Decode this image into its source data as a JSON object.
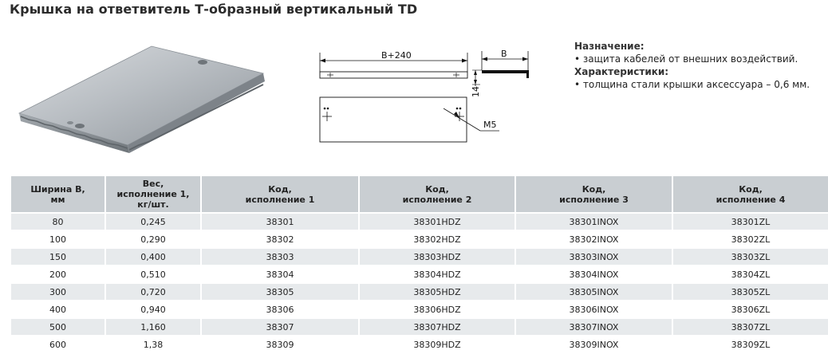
{
  "title": "Крышка на ответвитель Т-образный вертикальный TD",
  "drawing": {
    "dim_width": "B+240",
    "dim_b": "B",
    "dim_height": "14",
    "dim_thread": "M5"
  },
  "info": {
    "purpose_heading": "Назначение:",
    "purpose_item": "• защита кабелей от внешних воздействий.",
    "specs_heading": "Характеристики:",
    "specs_item": "• толщина стали крышки аксессуара – 0,6 мм."
  },
  "table": {
    "headers": [
      [
        "Ширина B,",
        "мм"
      ],
      [
        "Вес,",
        "исполнение 1,",
        "кг/шт."
      ],
      [
        "Код,",
        "исполнение 1"
      ],
      [
        "Код,",
        "исполнение 2"
      ],
      [
        "Код,",
        "исполнение 3"
      ],
      [
        "Код,",
        "исполнение 4"
      ]
    ],
    "rows": [
      [
        "80",
        "0,245",
        "38301",
        "38301HDZ",
        "38301INOX",
        "38301ZL"
      ],
      [
        "100",
        "0,290",
        "38302",
        "38302HDZ",
        "38302INOX",
        "38302ZL"
      ],
      [
        "150",
        "0,400",
        "38303",
        "38303HDZ",
        "38303INOX",
        "38303ZL"
      ],
      [
        "200",
        "0,510",
        "38304",
        "38304HDZ",
        "38304INOX",
        "38304ZL"
      ],
      [
        "300",
        "0,720",
        "38305",
        "38305HDZ",
        "38305INOX",
        "38305ZL"
      ],
      [
        "400",
        "0,940",
        "38306",
        "38306HDZ",
        "38306INOX",
        "38306ZL"
      ],
      [
        "500",
        "1,160",
        "38307",
        "38307HDZ",
        "38307INOX",
        "38307ZL"
      ],
      [
        "600",
        "1,38",
        "38309",
        "38309HDZ",
        "38309INOX",
        "38309ZL"
      ]
    ]
  },
  "colors": {
    "header_bg": "#c9ced2",
    "stripe_bg": "#e7eaec"
  }
}
